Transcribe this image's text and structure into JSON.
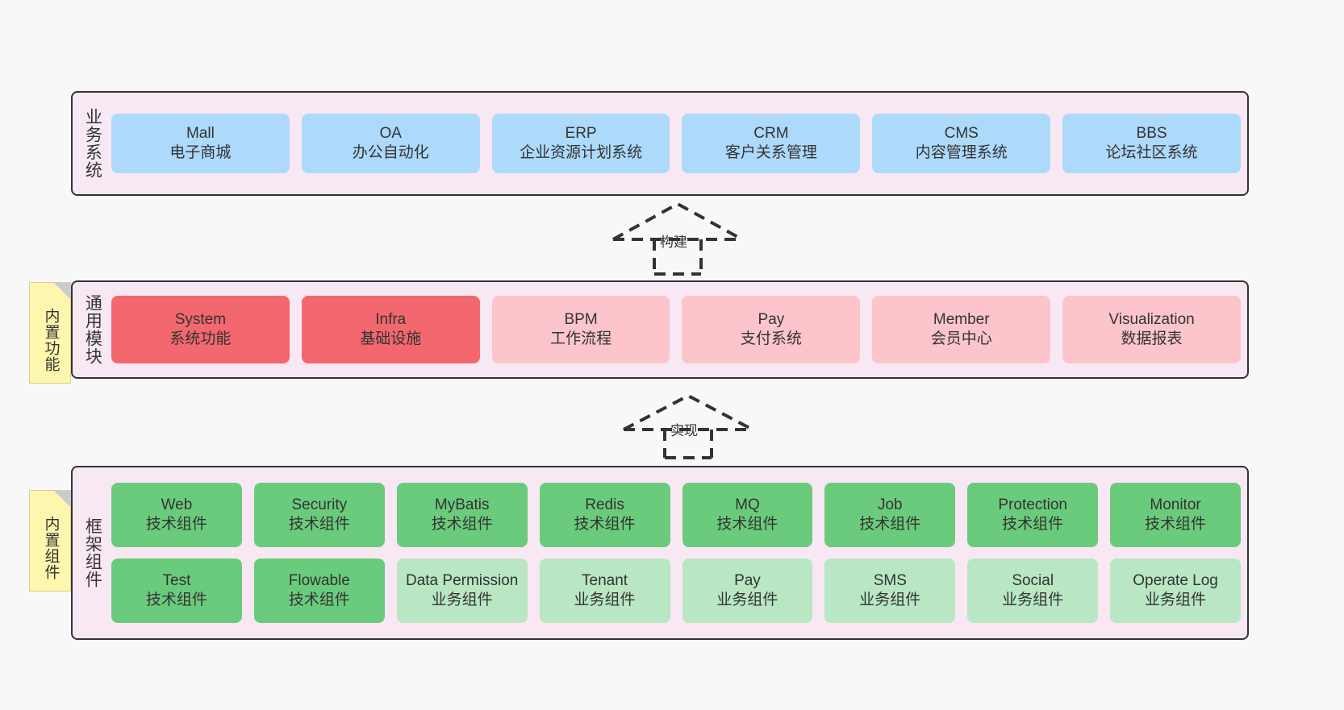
{
  "diagram": {
    "title_semantic": "layered-architecture-diagram",
    "colors": {
      "canvas_bg": "#f8f8f8",
      "layer_bg": "#f8e8f4",
      "layer_border": "#333333",
      "business_card": "#ADD9FB",
      "common_active_card": "#F2686E",
      "common_card": "#FCC5CC",
      "tech_component_card": "#6BCB7D",
      "business_component_card": "#B9E6C3",
      "note_bg": "#FCF6AE",
      "note_fold": "#cccccc"
    }
  },
  "layers": [
    {
      "id": "business",
      "title": "业务系统",
      "cards": [
        {
          "en": "Mall",
          "cn": "电子商城"
        },
        {
          "en": "OA",
          "cn": "办公自动化"
        },
        {
          "en": "ERP",
          "cn": "企业资源计划系统"
        },
        {
          "en": "CRM",
          "cn": "客户关系管理"
        },
        {
          "en": "CMS",
          "cn": "内容管理系统"
        },
        {
          "en": "BBS",
          "cn": "论坛社区系统"
        }
      ]
    },
    {
      "id": "common",
      "title": "通用模块",
      "note": "内置功能",
      "cards": [
        {
          "en": "System",
          "cn": "系统功能",
          "style": "red"
        },
        {
          "en": "Infra",
          "cn": "基础设施",
          "style": "red"
        },
        {
          "en": "BPM",
          "cn": "工作流程",
          "style": "pink"
        },
        {
          "en": "Pay",
          "cn": "支付系统",
          "style": "pink"
        },
        {
          "en": "Member",
          "cn": "会员中心",
          "style": "pink"
        },
        {
          "en": "Visualization",
          "cn": "数据报表",
          "style": "pink"
        }
      ]
    },
    {
      "id": "framework",
      "title": "框架组件",
      "note": "内置组件",
      "rows": [
        [
          {
            "en": "Web",
            "cn": "技术组件",
            "style": "green"
          },
          {
            "en": "Security",
            "cn": "技术组件",
            "style": "green"
          },
          {
            "en": "MyBatis",
            "cn": "技术组件",
            "style": "green"
          },
          {
            "en": "Redis",
            "cn": "技术组件",
            "style": "green"
          },
          {
            "en": "MQ",
            "cn": "技术组件",
            "style": "green"
          },
          {
            "en": "Job",
            "cn": "技术组件",
            "style": "green"
          },
          {
            "en": "Protection",
            "cn": "技术组件",
            "style": "green"
          },
          {
            "en": "Monitor",
            "cn": "技术组件",
            "style": "green"
          }
        ],
        [
          {
            "en": "Test",
            "cn": "技术组件",
            "style": "green"
          },
          {
            "en": "Flowable",
            "cn": "技术组件",
            "style": "green"
          },
          {
            "en": "Data Permission",
            "cn": "业务组件",
            "style": "lgreen",
            "wrap": true
          },
          {
            "en": "Tenant",
            "cn": "业务组件",
            "style": "lgreen"
          },
          {
            "en": "Pay",
            "cn": "业务组件",
            "style": "lgreen"
          },
          {
            "en": "SMS",
            "cn": "业务组件",
            "style": "lgreen"
          },
          {
            "en": "Social",
            "cn": "业务组件",
            "style": "lgreen"
          },
          {
            "en": "Operate Log",
            "cn": "业务组件",
            "style": "lgreen"
          }
        ]
      ]
    }
  ],
  "arrows": [
    {
      "id": "build",
      "label": "构建",
      "from": "通用模块",
      "to": "业务系统",
      "style": "dashed-generalization"
    },
    {
      "id": "impl",
      "label": "实现",
      "from": "框架组件",
      "to": "通用模块",
      "style": "dashed-generalization"
    }
  ]
}
